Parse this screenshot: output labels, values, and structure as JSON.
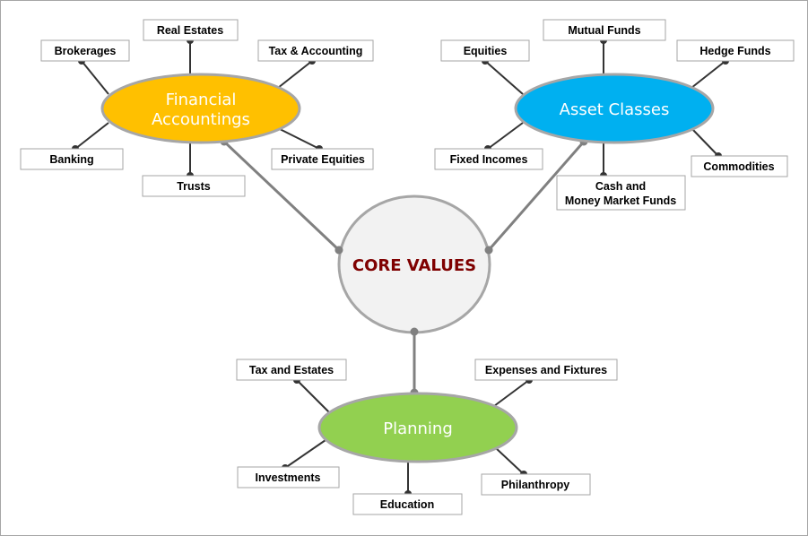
{
  "colors": {
    "financial": "#ffc000",
    "asset": "#00b0f0",
    "planning": "#92d050",
    "core_text": "#7f0000",
    "core_fill": "#f2f2f2"
  },
  "core": {
    "label": "CORE VALUES"
  },
  "financial": {
    "label_line1": "Financial",
    "label_line2": "Accountings",
    "items": [
      "Real Estates",
      "Brokerages",
      "Tax & Accounting",
      "Banking",
      "Private Equities",
      "Trusts"
    ]
  },
  "asset": {
    "label": "Asset Classes",
    "items": [
      "Mutual Funds",
      "Equities",
      "Hedge Funds",
      "Fixed Incomes",
      "Commodities"
    ],
    "cash_line1": "Cash and",
    "cash_line2": "Money Market Funds"
  },
  "planning": {
    "label": "Planning",
    "items": [
      "Tax and Estates",
      "Expenses and Fixtures",
      "Investments",
      "Education",
      "Philanthropy"
    ]
  }
}
